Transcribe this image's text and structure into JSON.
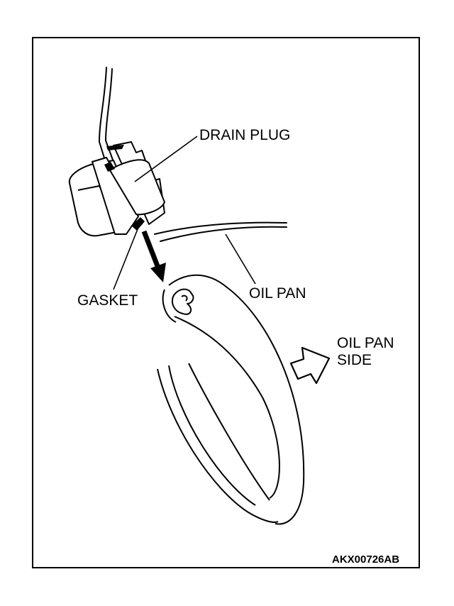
{
  "labels": {
    "drain_plug": "DRAIN PLUG",
    "oil_pan": "OIL PAN",
    "gasket": "GASKET",
    "oil_pan_side_line1": "OIL PAN",
    "oil_pan_side_line2": "SIDE"
  },
  "figure_code": "AKX00726AB",
  "colors": {
    "ink": "#000000",
    "paper": "#ffffff"
  },
  "icons": [
    "drain-plug-icon",
    "gasket-ring-icon",
    "direction-arrow-icon"
  ]
}
